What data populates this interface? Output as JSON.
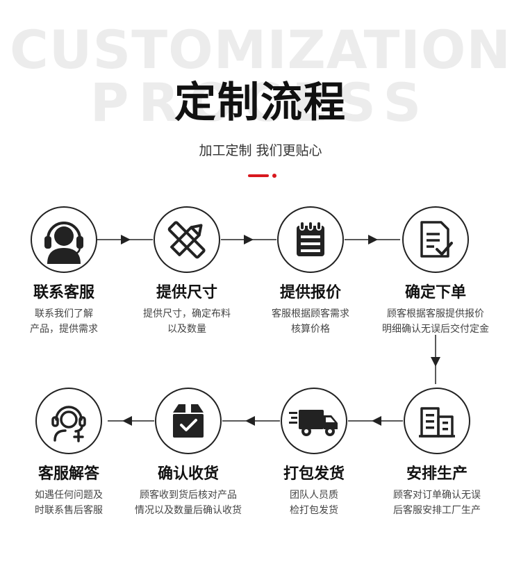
{
  "header": {
    "bg_line1": "CUSTOMIZATION",
    "bg_line2": "PROCESS",
    "title": "定制流程",
    "subtitle": "加工定制 我们更贴心"
  },
  "colors": {
    "accent": "#d8181e",
    "ink": "#111111",
    "watermark": "#ececec"
  },
  "steps": [
    {
      "title": "联系客服",
      "desc1": "联系我们了解",
      "desc2": "产品，提供需求",
      "icon": "customer-service-headset-icon"
    },
    {
      "title": "提供尺寸",
      "desc1": "提供尺寸，确定布料",
      "desc2": "以及数量",
      "icon": "pencil-ruler-icon"
    },
    {
      "title": "提供报价",
      "desc1": "客服根据顾客需求",
      "desc2": "核算价格",
      "icon": "notepad-icon"
    },
    {
      "title": "确定下单",
      "desc1": "顾客根据客服提供报价",
      "desc2": "明细确认无误后交付定金",
      "icon": "document-check-icon"
    },
    {
      "title": "安排生产",
      "desc1": "顾客对订单确认无误",
      "desc2": "后客服安排工厂生产",
      "icon": "factory-building-icon"
    },
    {
      "title": "打包发货",
      "desc1": "团队人员质",
      "desc2": "检打包发货",
      "icon": "delivery-truck-icon"
    },
    {
      "title": "确认收货",
      "desc1": "顾客收到货后核对产品",
      "desc2": "情况以及数量后确认收货",
      "icon": "package-box-check-icon"
    },
    {
      "title": "客服解答",
      "desc1": "如遇任何问题及",
      "desc2": "时联系售后客服",
      "icon": "support-agent-icon"
    }
  ]
}
